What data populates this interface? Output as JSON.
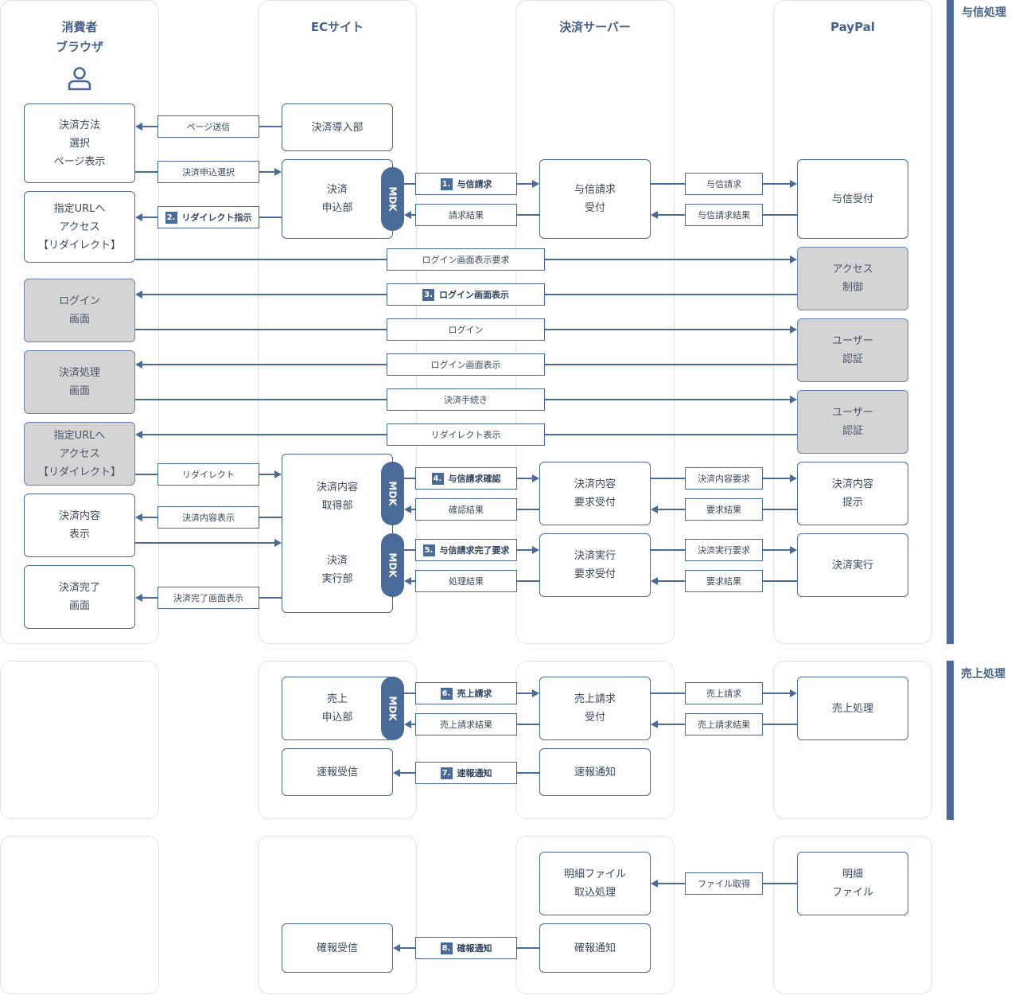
{
  "columns": [
    {
      "id": "browser",
      "title": "消費者\nブラウザ"
    },
    {
      "id": "ec",
      "title": "ECサイト"
    },
    {
      "id": "server",
      "title": "決済サーバー"
    },
    {
      "id": "paypal",
      "title": "PayPal"
    }
  ],
  "phases": [
    "与信処理",
    "売上処理"
  ],
  "mdk_label": "MDK",
  "boxes": [
    {
      "id": "b1",
      "text": "決済方法\n選択\nページ表示"
    },
    {
      "id": "b2",
      "text": "指定URLへ\nアクセス\n【リダイレクト】"
    },
    {
      "id": "b3",
      "text": "ログイン\n画面",
      "gray": true
    },
    {
      "id": "b4",
      "text": "決済処理\n画面",
      "gray": true
    },
    {
      "id": "b5",
      "text": "指定URLへ\nアクセス\n【リダイレクト】",
      "gray": true
    },
    {
      "id": "b6",
      "text": "決済内容\n表示"
    },
    {
      "id": "b7",
      "text": "決済完了\n画面"
    },
    {
      "id": "e1",
      "text": "決済導入部"
    },
    {
      "id": "e2",
      "text": "決済\n申込部"
    },
    {
      "id": "e3",
      "text": "決済内容\n取得部\n\n\n決済\n実行部"
    },
    {
      "id": "e4",
      "text": "売上\n申込部"
    },
    {
      "id": "e5",
      "text": "速報受信"
    },
    {
      "id": "e6",
      "text": "確報受信"
    },
    {
      "id": "s1",
      "text": "与信請求\n受付"
    },
    {
      "id": "s2",
      "text": "決済内容\n要求受付"
    },
    {
      "id": "s3",
      "text": "決済実行\n要求受付"
    },
    {
      "id": "s4",
      "text": "売上請求\n受付"
    },
    {
      "id": "s5",
      "text": "速報通知"
    },
    {
      "id": "s6",
      "text": "明細ファイル\n取込処理"
    },
    {
      "id": "s7",
      "text": "確報通知"
    },
    {
      "id": "p1",
      "text": "与信受付"
    },
    {
      "id": "p2",
      "text": "アクセス\n制御",
      "gray": true
    },
    {
      "id": "p3",
      "text": "ユーザー\n認証",
      "gray": true
    },
    {
      "id": "p4",
      "text": "ユーザー\n認証",
      "gray": true
    },
    {
      "id": "p5",
      "text": "決済内容\n提示"
    },
    {
      "id": "p6",
      "text": "決済実行"
    },
    {
      "id": "p7",
      "text": "売上処理"
    },
    {
      "id": "p8",
      "text": "明細\nファイル"
    }
  ],
  "arrows": [
    {
      "label": "ページ送信"
    },
    {
      "label": "決済申込選択"
    },
    {
      "label": "与信請求",
      "step": "1.",
      "bold": true
    },
    {
      "label": "請求結果"
    },
    {
      "label": "与信請求"
    },
    {
      "label": "与信請求結果"
    },
    {
      "label": "リダイレクト指示",
      "step": "2.",
      "bold": true
    },
    {
      "label": "ログイン画面表示要求"
    },
    {
      "label": "ログイン画面表示",
      "step": "3.",
      "bold": true
    },
    {
      "label": "ログイン"
    },
    {
      "label": "ログイン画面表示"
    },
    {
      "label": "決済手続き"
    },
    {
      "label": "リダイレクト表示"
    },
    {
      "label": "リダイレクト"
    },
    {
      "label": "与信請求確認",
      "step": "4.",
      "bold": true
    },
    {
      "label": "確認結果"
    },
    {
      "label": "決済内容要求"
    },
    {
      "label": "要求結果"
    },
    {
      "label": "決済内容表示"
    },
    {
      "label": ""
    },
    {
      "label": "与信請求完了要求",
      "step": "5.",
      "bold": true
    },
    {
      "label": "処理結果"
    },
    {
      "label": "決済実行要求"
    },
    {
      "label": "要求結果"
    },
    {
      "label": "決済完了画面表示"
    },
    {
      "label": "売上請求",
      "step": "6.",
      "bold": true
    },
    {
      "label": "売上請求結果"
    },
    {
      "label": "売上請求"
    },
    {
      "label": "売上請求結果"
    },
    {
      "label": "速報通知",
      "step": "7.",
      "bold": true
    },
    {
      "label": "ファイル取得"
    },
    {
      "label": "確報通知",
      "step": "8.",
      "bold": true
    }
  ]
}
